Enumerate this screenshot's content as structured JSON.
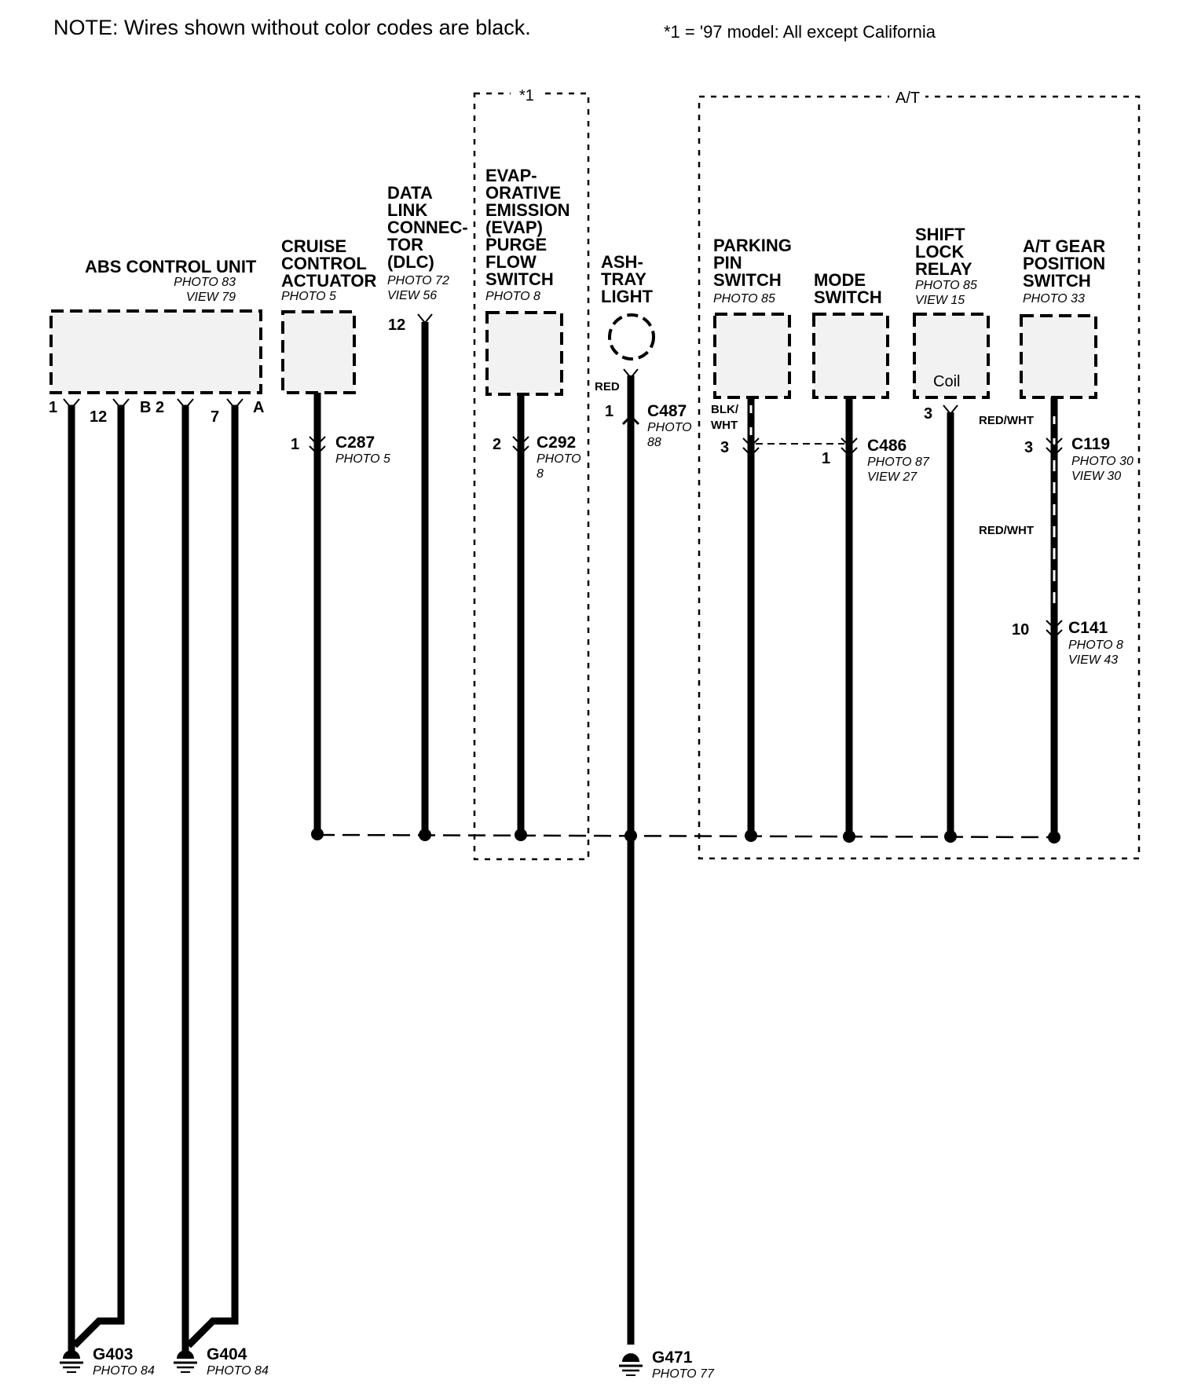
{
  "note": "NOTE: Wires shown without color codes are black.",
  "footnote": "*1 = '97 model: All except California",
  "groups": {
    "evap": "*1",
    "at": "A/T"
  },
  "components": {
    "abs": {
      "name": "ABS CONTROL UNIT",
      "photo": "PHOTO 83",
      "view": "VIEW 79",
      "pins": {
        "p1": "1",
        "p12": "12",
        "pb2": "B 2",
        "p7": "7",
        "pa": "A"
      }
    },
    "cruise": {
      "name": [
        "CRUISE",
        "CONTROL",
        "ACTUATOR"
      ],
      "photo": "PHOTO 5"
    },
    "dlc": {
      "name": [
        "DATA",
        "LINK",
        "CONNEC-",
        "TOR",
        "(DLC)"
      ],
      "photo": "PHOTO 72",
      "view": "VIEW 56",
      "pin": "12"
    },
    "evap": {
      "name": [
        "EVAP-",
        "ORATIVE",
        "EMISSION",
        "(EVAP)",
        "PURGE",
        "FLOW",
        "SWITCH"
      ],
      "photo": "PHOTO 8"
    },
    "ashtray": {
      "name": [
        "ASH-",
        "TRAY",
        "LIGHT"
      ]
    },
    "parking": {
      "name": [
        "PARKING",
        "PIN",
        "SWITCH"
      ],
      "photo": "PHOTO 85"
    },
    "mode": {
      "name": [
        "MODE",
        "SWITCH"
      ]
    },
    "shiftlock": {
      "name": [
        "SHIFT",
        "LOCK",
        "RELAY"
      ],
      "photo": "PHOTO 85",
      "view": "VIEW 15",
      "coil": "Coil",
      "pin": "3"
    },
    "atgear": {
      "name": [
        "A/T GEAR",
        "POSITION",
        "SWITCH"
      ],
      "photo": "PHOTO 33"
    }
  },
  "connectors": {
    "c287": {
      "id": "C287",
      "pin": "1",
      "ref": [
        "PHOTO 5"
      ]
    },
    "c292": {
      "id": "C292",
      "pin": "2",
      "ref": [
        "PHOTO",
        "8"
      ]
    },
    "c487": {
      "id": "C487",
      "pin": "1",
      "ref": [
        "PHOTO",
        "88"
      ]
    },
    "c486": {
      "id": "C486",
      "pin_left": "3",
      "pin_right": "1",
      "ref": [
        "PHOTO 87",
        "VIEW 27"
      ]
    },
    "c119": {
      "id": "C119",
      "pin": "3",
      "ref": [
        "PHOTO 30",
        "VIEW 30"
      ]
    },
    "c141": {
      "id": "C141",
      "pin": "10",
      "ref": [
        "PHOTO 8",
        "VIEW 43"
      ]
    }
  },
  "wire_colors": {
    "red": "RED",
    "blk_wht": [
      "BLK/",
      "WHT"
    ],
    "red_wht_1": "RED/WHT",
    "red_wht_2": "RED/WHT"
  },
  "grounds": {
    "g403": {
      "id": "G403",
      "photo": "PHOTO 84"
    },
    "g404": {
      "id": "G404",
      "photo": "PHOTO 84"
    },
    "g471": {
      "id": "G471",
      "photo": "PHOTO 77"
    }
  }
}
